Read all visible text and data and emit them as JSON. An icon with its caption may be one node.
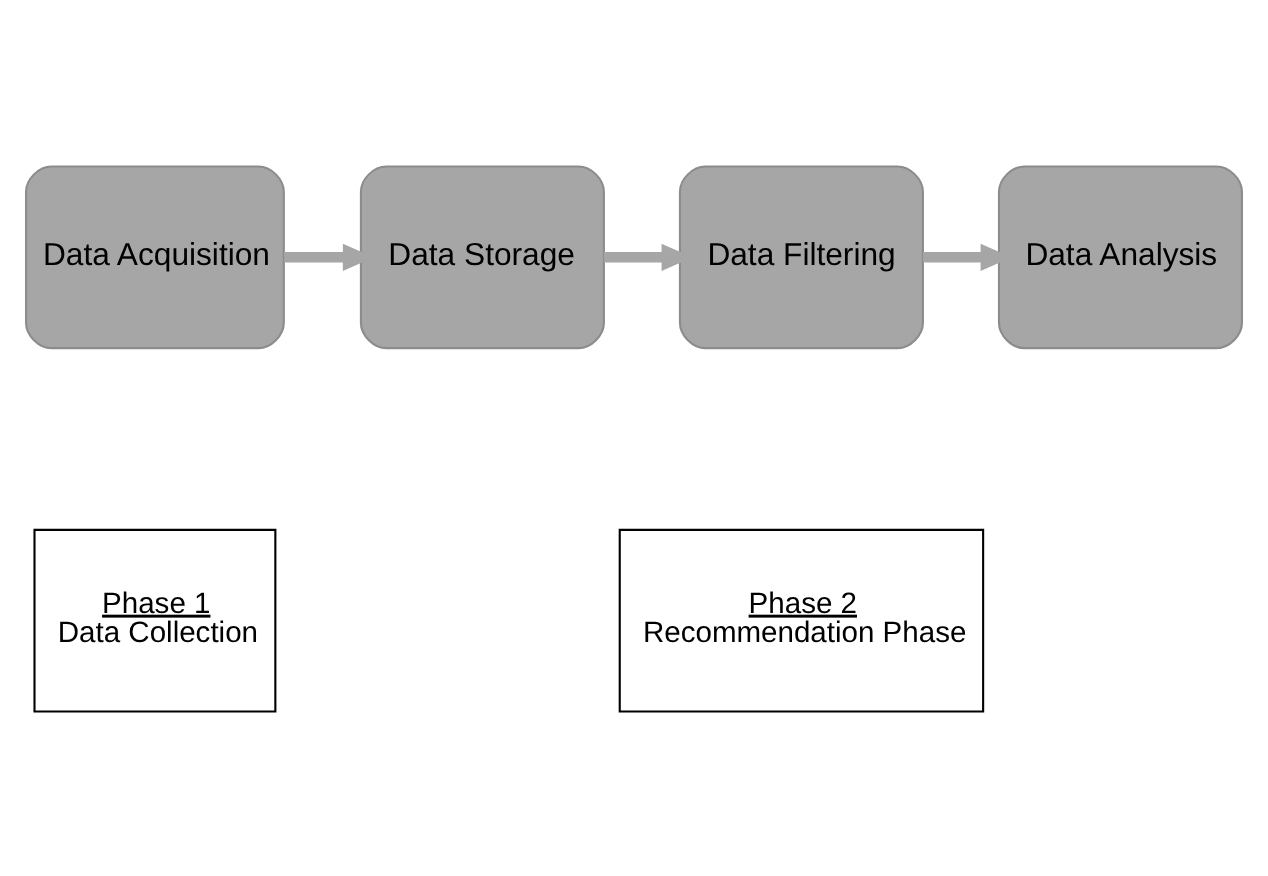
{
  "diagram": {
    "nodes": [
      {
        "text": [
          "Data Acquisition"
        ]
      },
      {
        "text": [
          "Data Storage"
        ]
      },
      {
        "text": [
          "Data Filtering"
        ]
      },
      {
        "text": [
          "Data Analysis"
        ]
      },
      {
        "text": [
          "Phase 1",
          "Data Collection"
        ]
      },
      {
        "text": [
          "Phase 2",
          "Recommendation Phase"
        ]
      }
    ],
    "edges": [
      {
        "from": 0,
        "to": 1,
        "arrow": "to"
      },
      {
        "from": 1,
        "to": 2,
        "arrow": "to"
      },
      {
        "from": 2,
        "to": 3,
        "arrow": "to"
      }
    ]
  }
}
